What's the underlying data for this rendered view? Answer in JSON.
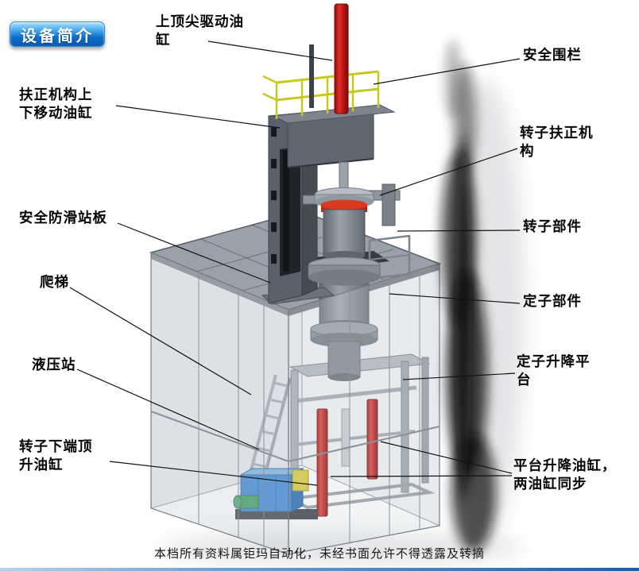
{
  "badge": {
    "text": "设备简介"
  },
  "footer": {
    "text": "本档所有资料属钜玛自动化，未经书面允许不得透露及转摘"
  },
  "labels": [
    {
      "id": "top-tip-drive-cylinder",
      "text": "上顶尖驱动油\n缸"
    },
    {
      "id": "safety-fence",
      "text": "安全围栏"
    },
    {
      "id": "centering-updown-cylinder",
      "text": "扶正机构上\n下移动油缸"
    },
    {
      "id": "rotor-centering-mechanism",
      "text": "转子扶正机\n构"
    },
    {
      "id": "antislip-standing-board",
      "text": "安全防滑站板"
    },
    {
      "id": "rotor-part",
      "text": "转子部件"
    },
    {
      "id": "ladder",
      "text": "爬梯"
    },
    {
      "id": "stator-part",
      "text": "定子部件"
    },
    {
      "id": "hydraulic-station",
      "text": "液压站"
    },
    {
      "id": "stator-lift-platform",
      "text": "定子升降平\n台"
    },
    {
      "id": "rotor-bottom-jack-cylinder",
      "text": "转子下端顶\n升油缸"
    },
    {
      "id": "platform-lift-cylinders",
      "text": "平台升降油缸，\n两油缸同步"
    }
  ],
  "colors": {
    "badge_blue": "#0d6cc8",
    "cylinder_red": "#c01010",
    "railing_yellow": "#c8c81e",
    "hydraulic_blue": "#2b7fd4",
    "plate_gray": "#99a2ac",
    "leader_line": "#111111"
  }
}
